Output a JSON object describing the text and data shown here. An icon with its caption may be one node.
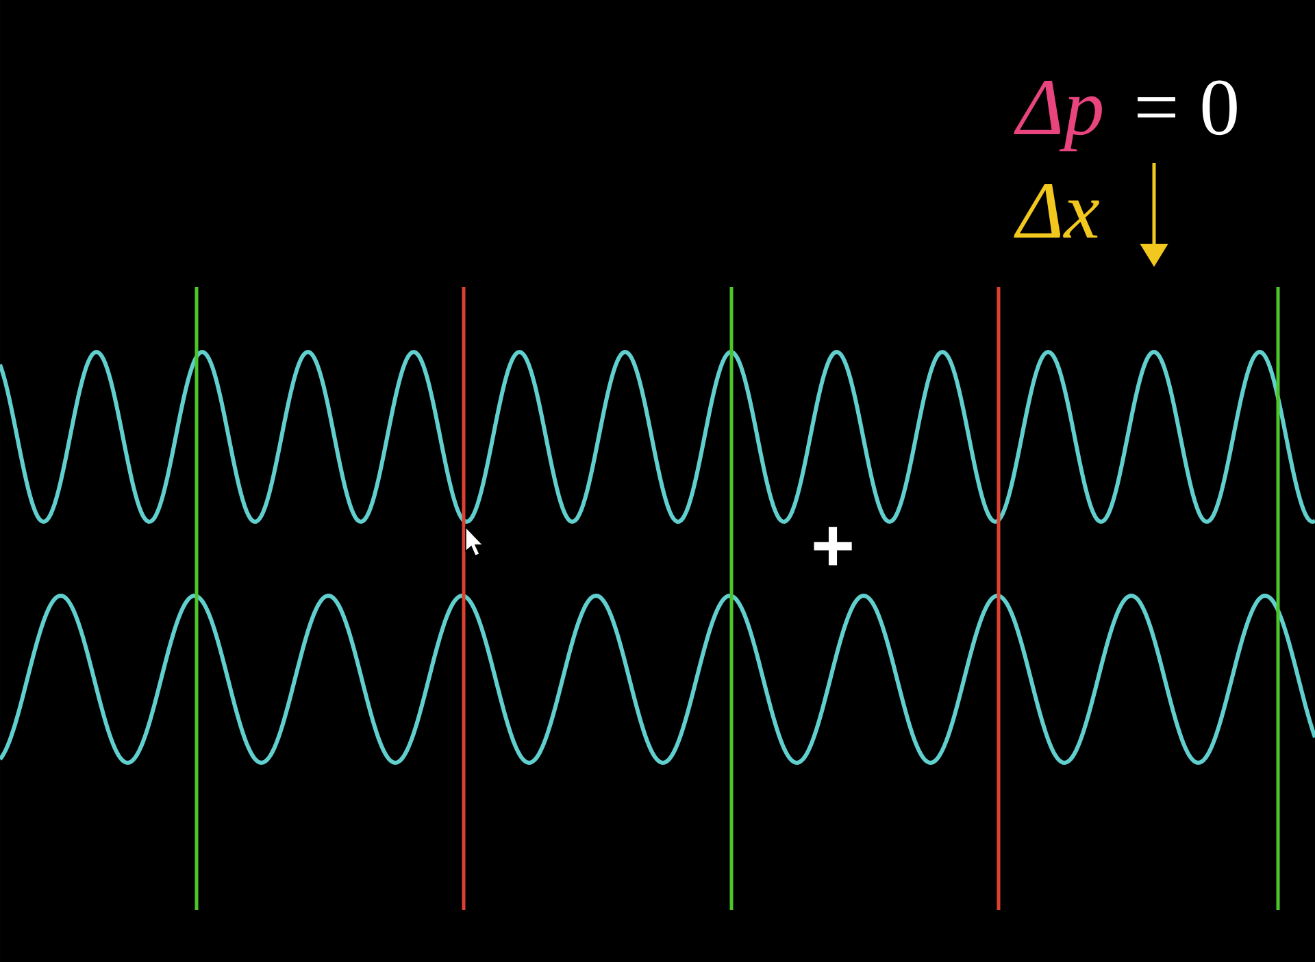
{
  "diagram": {
    "labels": [
      "Δp",
      "= 0",
      "Δx",
      "+"
    ]
  }
}
